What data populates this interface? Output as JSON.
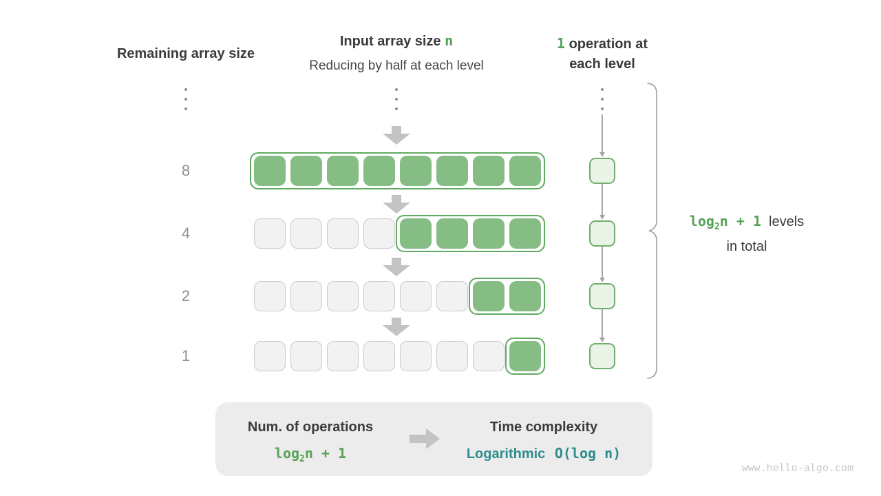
{
  "page": {
    "watermark": "www.hello-algo.com"
  },
  "colors": {
    "green_fill": "#85bd85",
    "green_border": "#5faa5f",
    "green_text": "#56a156",
    "light_green_fill": "#e9f3e6",
    "light_green_border": "#6fae6f",
    "gray_cell_fill": "#f2f2f2",
    "gray_cell_border": "#cbcbcb",
    "dark_text": "#3b3b3b",
    "subtitle_text": "#454545",
    "muted_label": "#8f8f8f",
    "block_arrow": "#c3c3c3",
    "thin_arrow": "#a5a5a5",
    "brace_stroke": "#9a9a9a",
    "teal_text": "#2e8c8c",
    "summary_bg": "#ececec",
    "watermark_text": "#c9c9c9"
  },
  "headers": {
    "left": "Remaining array size",
    "center_title_prefix": "Input array size ",
    "center_title_var": "n",
    "center_subtitle": "Reducing by half at each level",
    "right_num": "1",
    "right_line1": " operation at",
    "right_line2": "each level"
  },
  "rows": [
    {
      "label": "8",
      "cells": 8,
      "active": 8
    },
    {
      "label": "4",
      "cells": 8,
      "active": 4
    },
    {
      "label": "2",
      "cells": 8,
      "active": 2
    },
    {
      "label": "1",
      "cells": 8,
      "active": 1
    }
  ],
  "ops_column": {
    "count": 4
  },
  "brace": {
    "formula_log": "log",
    "formula_sub": "2",
    "formula_rest": "n + 1",
    "levels": "levels",
    "in_total": "in total"
  },
  "summary": {
    "left_title": "Num. of operations",
    "left_formula_log": "log",
    "left_formula_sub": "2",
    "left_formula_rest": "n + 1",
    "right_title": "Time complexity",
    "right_value_word": "Logarithmic",
    "right_value_code": "O(log n)"
  }
}
